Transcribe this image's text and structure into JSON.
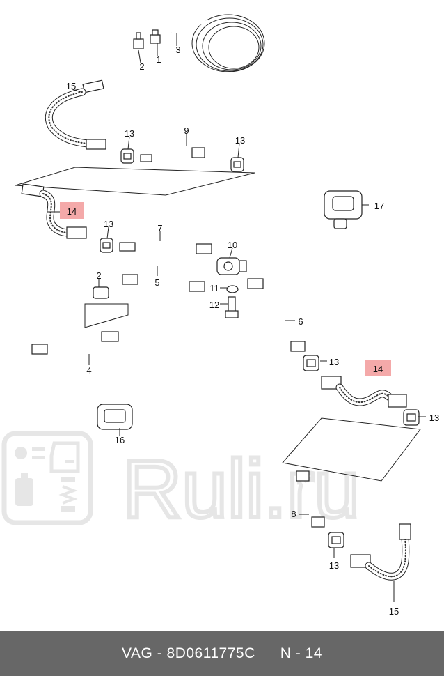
{
  "footer": {
    "make": "VAG",
    "separator": "-",
    "part_number": "8D0611775C",
    "page_label": "N - 14"
  },
  "watermark": {
    "text": "Ruli.ru",
    "icons": [
      "oil-can-icon",
      "car-door-icon",
      "shock-absorber-icon"
    ]
  },
  "highlight_color": "#f29a9a",
  "callouts": [
    {
      "id": "c1",
      "label": "1"
    },
    {
      "id": "c2a",
      "label": "2"
    },
    {
      "id": "c3",
      "label": "3"
    },
    {
      "id": "c15a",
      "label": "15"
    },
    {
      "id": "c13a",
      "label": "13"
    },
    {
      "id": "c9",
      "label": "9"
    },
    {
      "id": "c13b",
      "label": "13"
    },
    {
      "id": "c17",
      "label": "17"
    },
    {
      "id": "c14a",
      "label": "14",
      "highlighted": true
    },
    {
      "id": "c13c",
      "label": "13"
    },
    {
      "id": "c7",
      "label": "7"
    },
    {
      "id": "c10",
      "label": "10"
    },
    {
      "id": "c2b",
      "label": "2"
    },
    {
      "id": "c5",
      "label": "5"
    },
    {
      "id": "c11",
      "label": "11"
    },
    {
      "id": "c12",
      "label": "12"
    },
    {
      "id": "c6",
      "label": "6"
    },
    {
      "id": "c4",
      "label": "4"
    },
    {
      "id": "c13d",
      "label": "13"
    },
    {
      "id": "c14b",
      "label": "14",
      "highlighted": true
    },
    {
      "id": "c13e",
      "label": "13"
    },
    {
      "id": "c16",
      "label": "16"
    },
    {
      "id": "c8",
      "label": "8"
    },
    {
      "id": "c13f",
      "label": "13"
    },
    {
      "id": "c15b",
      "label": "15"
    }
  ]
}
